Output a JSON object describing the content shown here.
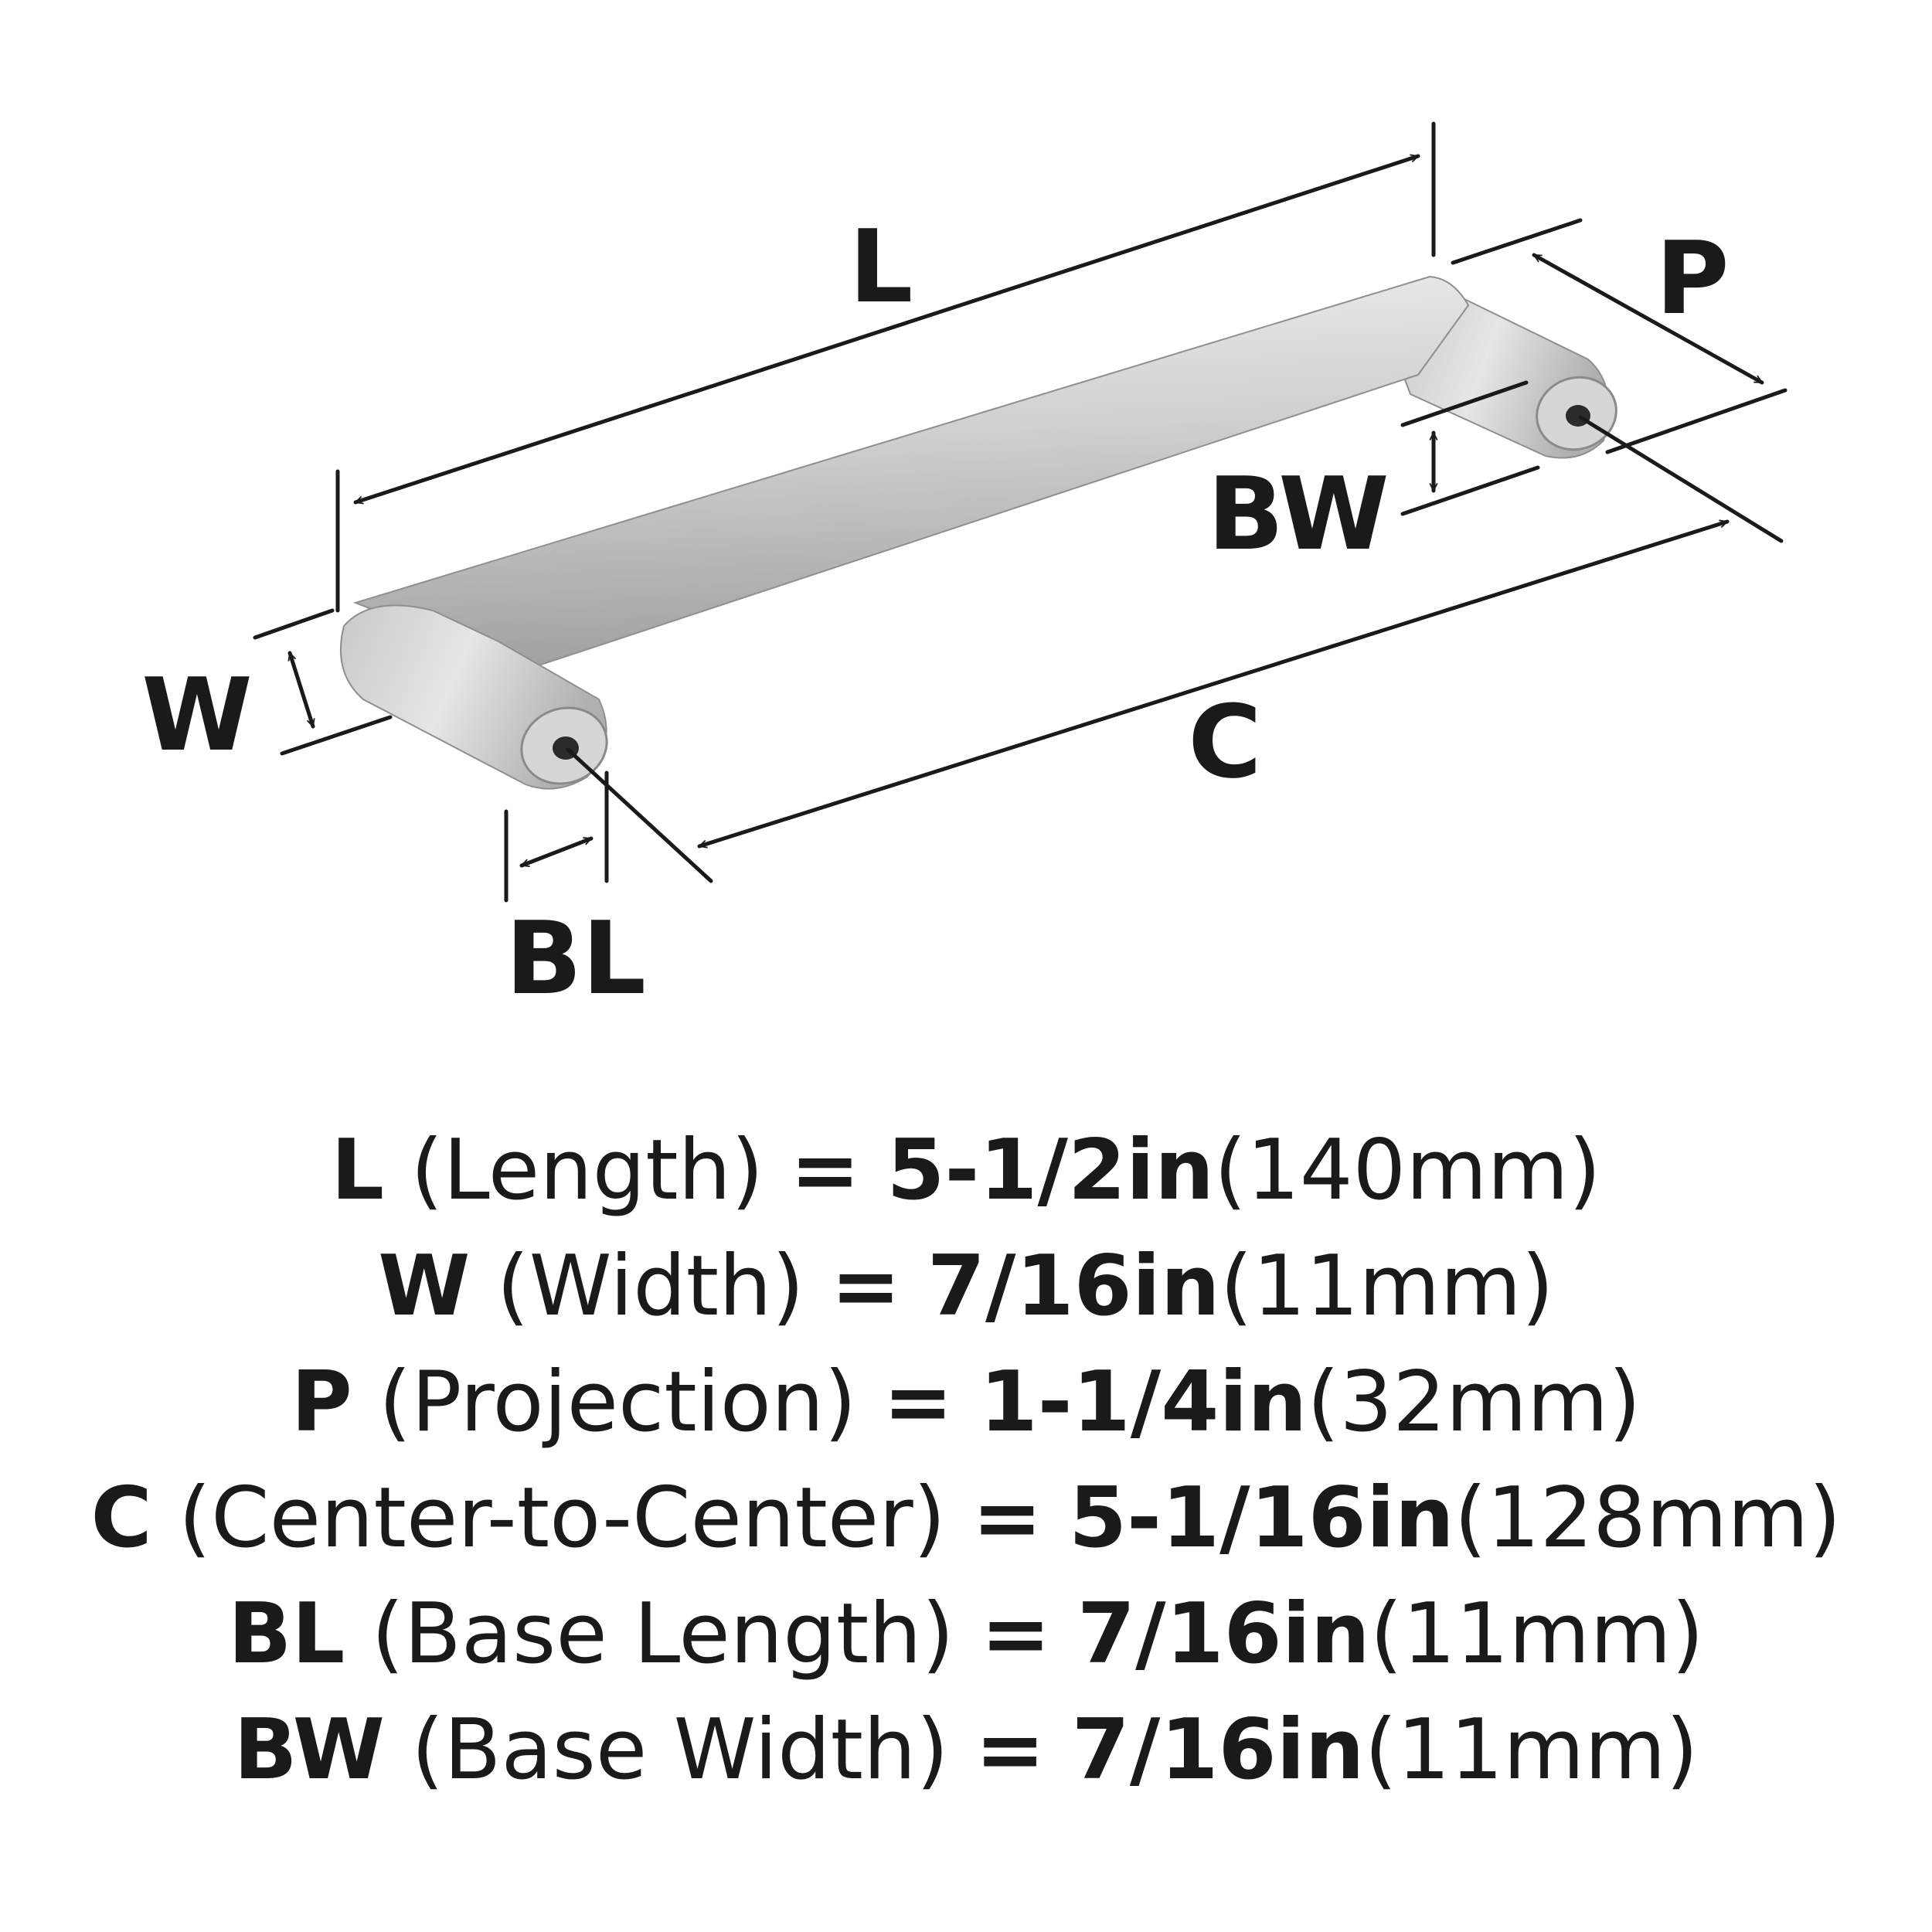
{
  "diagram": {
    "labels": {
      "L": "L",
      "W": "W",
      "P": "P",
      "C": "C",
      "BL": "BL",
      "BW": "BW"
    },
    "colors": {
      "ink": "#1a1a1a",
      "metal_light": "#e2e2e0",
      "metal_mid": "#bdbdbb",
      "metal_dark": "#9b9b99"
    }
  },
  "specs": [
    {
      "code": "L",
      "name": "(Length)",
      "eq": "=",
      "imperial": "5-1/2in",
      "metric": "(140mm)"
    },
    {
      "code": "W",
      "name": "(Width)",
      "eq": "=",
      "imperial": "7/16in",
      "metric": "(11mm)"
    },
    {
      "code": "P",
      "name": "(Projection)",
      "eq": "=",
      "imperial": "1-1/4in",
      "metric": "(32mm)"
    },
    {
      "code": "C",
      "name": "(Center-to-Center)",
      "eq": "=",
      "imperial": "5-1/16in",
      "metric": "(128mm)"
    },
    {
      "code": "BL",
      "name": "(Base Length)",
      "eq": "=",
      "imperial": "7/16in",
      "metric": "(11mm)"
    },
    {
      "code": "BW",
      "name": "(Base Width)",
      "eq": "=",
      "imperial": "7/16in",
      "metric": "(11mm)"
    }
  ]
}
